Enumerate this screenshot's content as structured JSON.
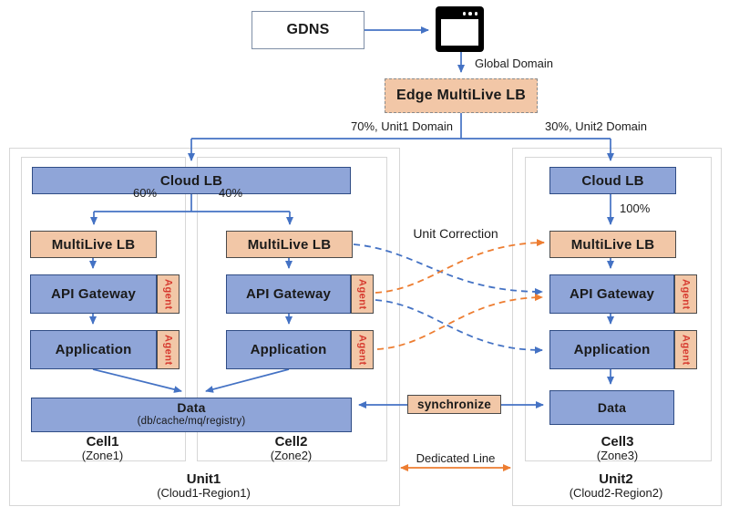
{
  "colors": {
    "arrow_blue": "#4472C4",
    "arrow_orange": "#ED7D31",
    "box_blue": "#8FA5D8",
    "box_peach": "#F2C7A7",
    "agent_red": "#D63A2F"
  },
  "top": {
    "gdns": "GDNS",
    "global_domain_label": "Global Domain",
    "edge_lb": "Edge MultiLive LB",
    "left_branch_label": "70%, Unit1 Domain",
    "right_branch_label": "30%, Unit2 Domain"
  },
  "labels": {
    "agent": "Agent",
    "unit_correction": "Unit Correction",
    "synchronize": "synchronize",
    "dedicated_line": "Dedicated Line"
  },
  "unit1": {
    "cloud_lb": "Cloud LB",
    "pct_left": "60%",
    "pct_right": "40%",
    "cell1": {
      "multilive_lb": "MultiLive LB",
      "api_gateway": "API Gateway",
      "application": "Application",
      "name": "Cell1",
      "zone": "(Zone1)"
    },
    "cell2": {
      "multilive_lb": "MultiLive LB",
      "api_gateway": "API Gateway",
      "application": "Application",
      "name": "Cell2",
      "zone": "(Zone2)"
    },
    "data_title": "Data",
    "data_subtitle": "(db/cache/mq/registry)",
    "name": "Unit1",
    "region": "(Cloud1-Region1)"
  },
  "unit2": {
    "cloud_lb": "Cloud LB",
    "pct": "100%",
    "multilive_lb": "MultiLive LB",
    "api_gateway": "API Gateway",
    "application": "Application",
    "data_title": "Data",
    "cell_name": "Cell3",
    "zone": "(Zone3)",
    "name": "Unit2",
    "region": "(Cloud2-Region2)"
  }
}
